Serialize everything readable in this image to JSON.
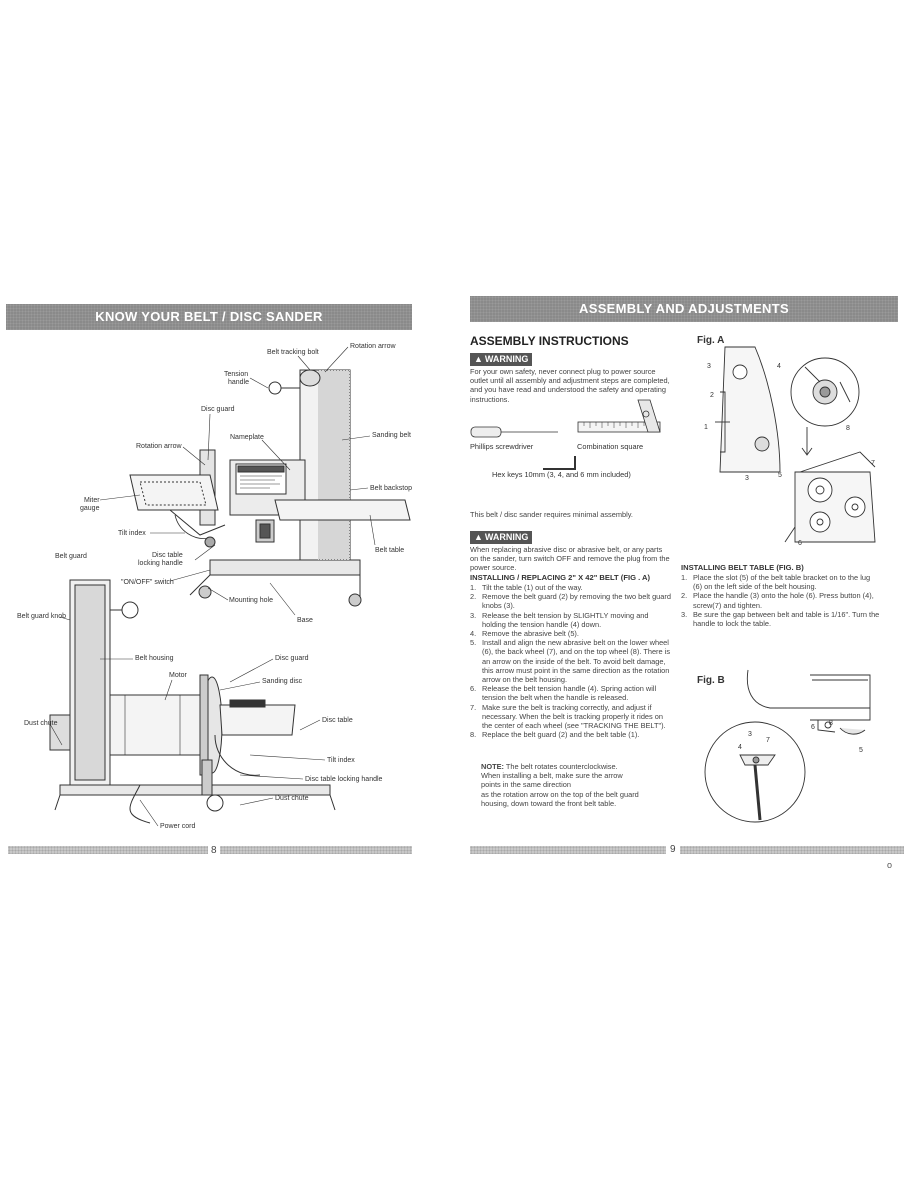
{
  "left_page": {
    "banner": "KNOW YOUR BELT / DISC SANDER",
    "page_number": "8",
    "labels_top": {
      "rotation_arrow_top": "Rotation arrow",
      "belt_tracking_bolt": "Belt tracking bolt",
      "tension_handle_1": "Tension",
      "tension_handle_2": "handle",
      "disc_guard": "Disc guard",
      "sanding_belt": "Sanding belt",
      "nameplate": "Nameplate",
      "rotation_arrow_left": "Rotation arrow",
      "belt_backstop": "Belt backstop",
      "miter_gauge_1": "Miter",
      "miter_gauge_2": "gauge",
      "tilt_index": "Tilt index",
      "belt_table": "Belt table",
      "belt_guard": "Belt guard",
      "disc_table_locking_1": "Disc table",
      "disc_table_locking_2": "locking handle",
      "on_off_switch": "\"ON/OFF\" switch",
      "mounting_hole": "Mounting hole",
      "base": "Base"
    },
    "labels_bottom": {
      "belt_guard_knob": "Belt guard knob",
      "belt_housing": "Belt housing",
      "disc_guard": "Disc guard",
      "motor": "Motor",
      "sanding_disc": "Sanding disc",
      "dust_chute_left": "Dust chute",
      "disc_table": "Disc table",
      "tilt_index": "Tilt index",
      "disc_table_locking_handle": "Disc table locking handle",
      "dust_chute_right": "Dust chute",
      "power_cord": "Power cord"
    }
  },
  "right_page": {
    "banner": "ASSEMBLY AND ADJUSTMENTS",
    "page_number": "9",
    "heading": "ASSEMBLY INSTRUCTIONS",
    "warning_label": "WARNING",
    "warning_1": "For your own safety, never connect plug to power source outlet until all assembly and adjustment steps are completed, and you have read and understood the safety and operating instructions.",
    "tools": {
      "phillips": "Phillips screwdriver",
      "square": "Combination square",
      "hex": "Hex keys  10mm (3, 4, and 6 mm included)"
    },
    "minimal": "This belt / disc sander requires minimal assembly.",
    "warning_2": "When replacing abrasive disc or abrasive belt, or any parts on the sander, turn switch OFF and remove the plug from the power source.",
    "install_heading": "INSTALLING / REPLACING 2\" X 42\" BELT  (FIG . A)",
    "steps": [
      {
        "n": "1.",
        "t": "Tilt the table (1) out of the way."
      },
      {
        "n": "2.",
        "t": "Remove the belt guard (2) by removing the two belt guard knobs (3)."
      },
      {
        "n": "3.",
        "t": "Release the belt tension by SLIGHTLY moving and holding the tension handle (4) down."
      },
      {
        "n": "4.",
        "t": "Remove the abrasive belt (5)."
      },
      {
        "n": "5.",
        "t": "Install and align the new abrasive belt on the lower wheel (6), the back wheel (7), and on the top wheel (8). There is an arrow on the inside of the belt. To avoid belt damage, this arrow must point in the same direction as the rotation arrow on the belt housing."
      },
      {
        "n": "6.",
        "t": "Release the belt tension handle (4). Spring action will tension the belt when the handle is released."
      },
      {
        "n": "7.",
        "t": "Make sure the belt is tracking correctly, and adjust if necessary. When the belt is tracking properly it rides on the center of each wheel (see \"TRACKING THE BELT\")."
      },
      {
        "n": "8.",
        "t": "Replace the belt guard (2) and the belt table (1)."
      }
    ],
    "note_label": "NOTE:",
    "note_lines": [
      "The belt rotates counterclockwise.",
      "When installing a belt, make sure the arrow",
      "points in the same direction",
      "as the rotation arrow on the top of the belt guard",
      "housing, down toward the front belt table."
    ],
    "fig_a": "Fig. A",
    "fig_b": "Fig. B",
    "fig_a_numbers": [
      "1",
      "2",
      "3",
      "3",
      "4",
      "5",
      "6",
      "7",
      "8"
    ],
    "fig_b_numbers": [
      "3",
      "4",
      "5",
      "6",
      "7",
      "8"
    ],
    "belt_table_heading": "INSTALLING BELT TABLE  (FIG. B)",
    "belt_table_steps": [
      {
        "n": "1.",
        "t": "Place the slot (5) of the belt table bracket on to the lug (6) on the left side of the belt housing."
      },
      {
        "n": "2.",
        "t": "Place the handle (3) onto the hole (6). Press button (4), screw(7) and tighten."
      },
      {
        "n": "3.",
        "t": "Be sure the gap between belt and table is 1/16\". Turn the handle to lock the table."
      }
    ],
    "corner_mark": "o"
  },
  "colors": {
    "banner": "#8a8a8a",
    "warning": "#555555",
    "text": "#444444"
  }
}
